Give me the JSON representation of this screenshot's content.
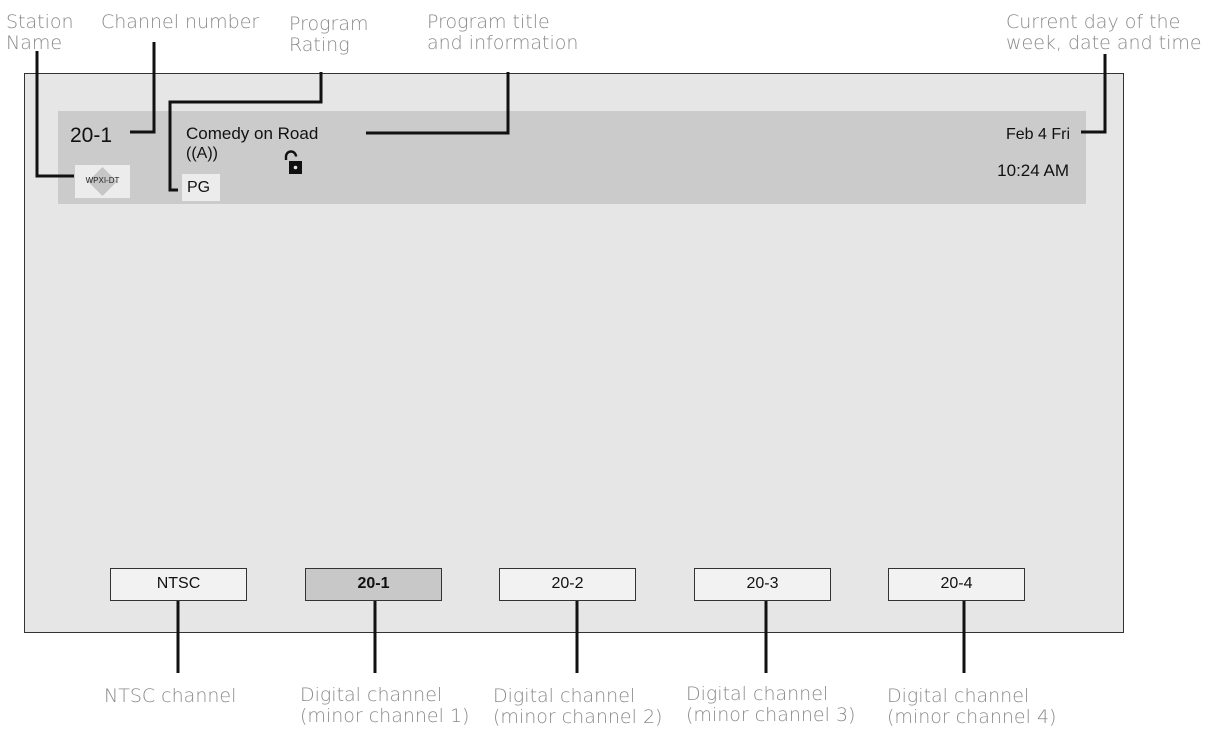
{
  "callouts": {
    "station_name": [
      "Station",
      "Name"
    ],
    "channel_number": "Channel number",
    "program_rating": [
      "Program",
      "Rating"
    ],
    "program_title": [
      "Program title",
      "and information"
    ],
    "current_datetime": [
      "Current day of the",
      "week, date and time"
    ],
    "ntsc_channel": "NTSC channel",
    "minor1": [
      "Digital channel",
      "(minor channel 1)"
    ],
    "minor2": [
      "Digital channel",
      "(minor channel 2)"
    ],
    "minor3": [
      "Digital channel",
      "(minor channel 3)"
    ],
    "minor4": [
      "Digital channel",
      "(minor channel 4)"
    ]
  },
  "infobar": {
    "channel": "20-1",
    "title": "Comedy on Road",
    "info": "((A))",
    "rating": "PG",
    "station": "WPXI-DT",
    "date": "Feb 4  Fri",
    "time": "10:24 AM"
  },
  "channels": [
    {
      "label": "NTSC",
      "selected": false
    },
    {
      "label": "20-1",
      "selected": true
    },
    {
      "label": "20-2",
      "selected": false
    },
    {
      "label": "20-3",
      "selected": false
    },
    {
      "label": "20-4",
      "selected": false
    }
  ],
  "icons": [
    "lock-icon",
    "station-logo-diamond"
  ],
  "colors": {
    "screen": "#e6e6e6",
    "infobar": "#cbcbcb",
    "callout_text": "#8a8a8a",
    "selected_channel": "#c8c8c8"
  }
}
